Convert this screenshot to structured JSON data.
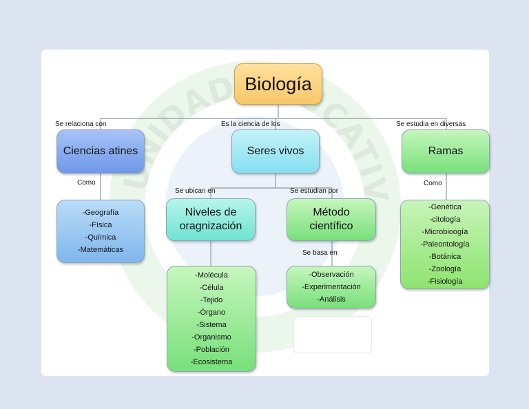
{
  "title": "Biología",
  "link_labels": {
    "relates": "Se relaciona con",
    "science_of": "Es la ciencia de los",
    "studied_in": "Se estudia en diversas",
    "located_in": "Se ubican en",
    "studied_by": "Se estudian por",
    "based_on": "Se basa en",
    "como_left": "Como",
    "como_right": "Como"
  },
  "nodes": {
    "ciencias": "Ciencias atines",
    "seres": "Seres vivos",
    "ramas": "Ramas",
    "niveles": "Niveles de oragnización",
    "metodo": "Método científico"
  },
  "lists": {
    "ciencias": [
      "-Geografía",
      "-Física",
      "-Química",
      "-Matemáticas"
    ],
    "niveles": [
      "-Molécula",
      "-Célula",
      "-Tejido",
      "-Órgano",
      "-Sistema",
      "-Organismo",
      "-Población",
      "-Ecosistema"
    ],
    "metodo": [
      "-Observación",
      "-Experimentación",
      "-Análisis"
    ],
    "ramas": [
      "-Genética",
      "-citología",
      "-Microbioogía",
      "-Paleontología",
      "-Botánica",
      "-Zoología",
      "-Fisiología"
    ]
  },
  "watermark_text": "UNIDAD EDUCATIVA"
}
